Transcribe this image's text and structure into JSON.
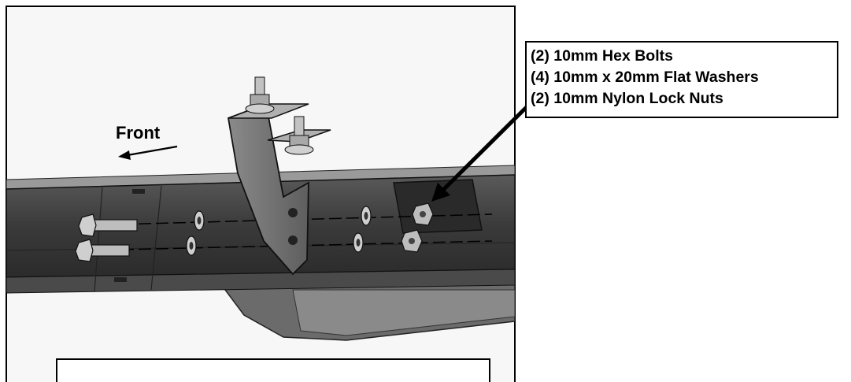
{
  "direction_label": "Front",
  "hardware_list": [
    "(2) 10mm Hex Bolts",
    "(4) 10mm x 20mm Flat Washers",
    "(2) 10mm Nylon Lock Nuts"
  ],
  "colors": {
    "panel_dark": "#3c3c3c",
    "panel_mid": "#6a6a6a",
    "hardware_light": "#bdbdbd",
    "outline": "#000000"
  }
}
